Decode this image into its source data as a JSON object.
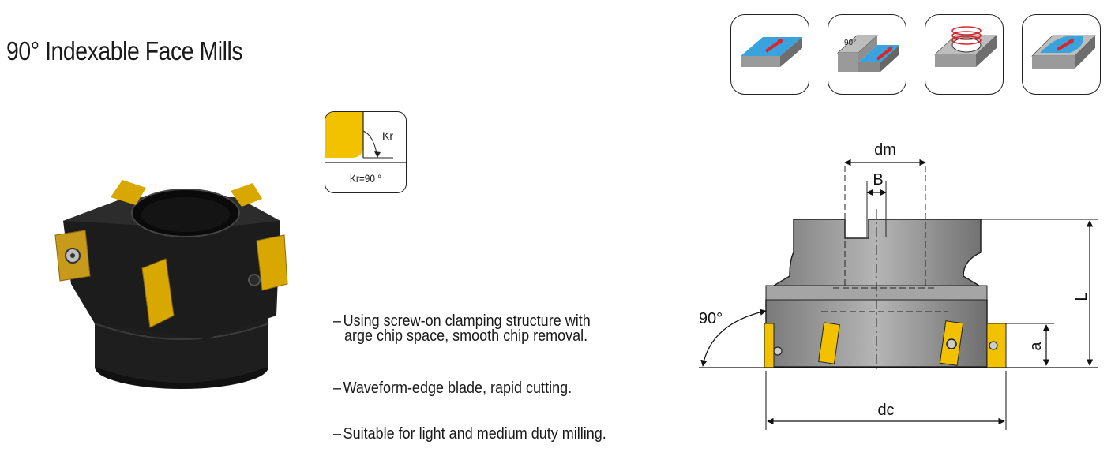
{
  "title": "90° Indexable Face Mills",
  "operation_icons": [
    "face-milling-icon",
    "shoulder-milling-icon",
    "helical-interpolation-icon",
    "ramping-icon"
  ],
  "operation_icon_labels": {
    "shoulder_angle": "90°"
  },
  "insert_angle": {
    "angle_label": "Kr",
    "value_label": "Kr=90 °"
  },
  "features": [
    {
      "line1": "Using screw-on clamping structure with",
      "line2": "arge chip space, smooth chip removal."
    },
    {
      "line1": "Waveform-edge blade, rapid cutting.",
      "line2": ""
    },
    {
      "line1": "Suitable for light and medium duty milling.",
      "line2": ""
    }
  ],
  "drawing_labels": {
    "dm": "dm",
    "B": "B",
    "L": "L",
    "a": "a",
    "dc": "dc",
    "angle": "90°"
  },
  "colors": {
    "insert_gold": "#f2c200",
    "body_dark": "#1c1c1c",
    "accent_blue": "#2a9ad6",
    "arrow_red": "#d8262c",
    "steel_gray": "#8a8a8a"
  }
}
